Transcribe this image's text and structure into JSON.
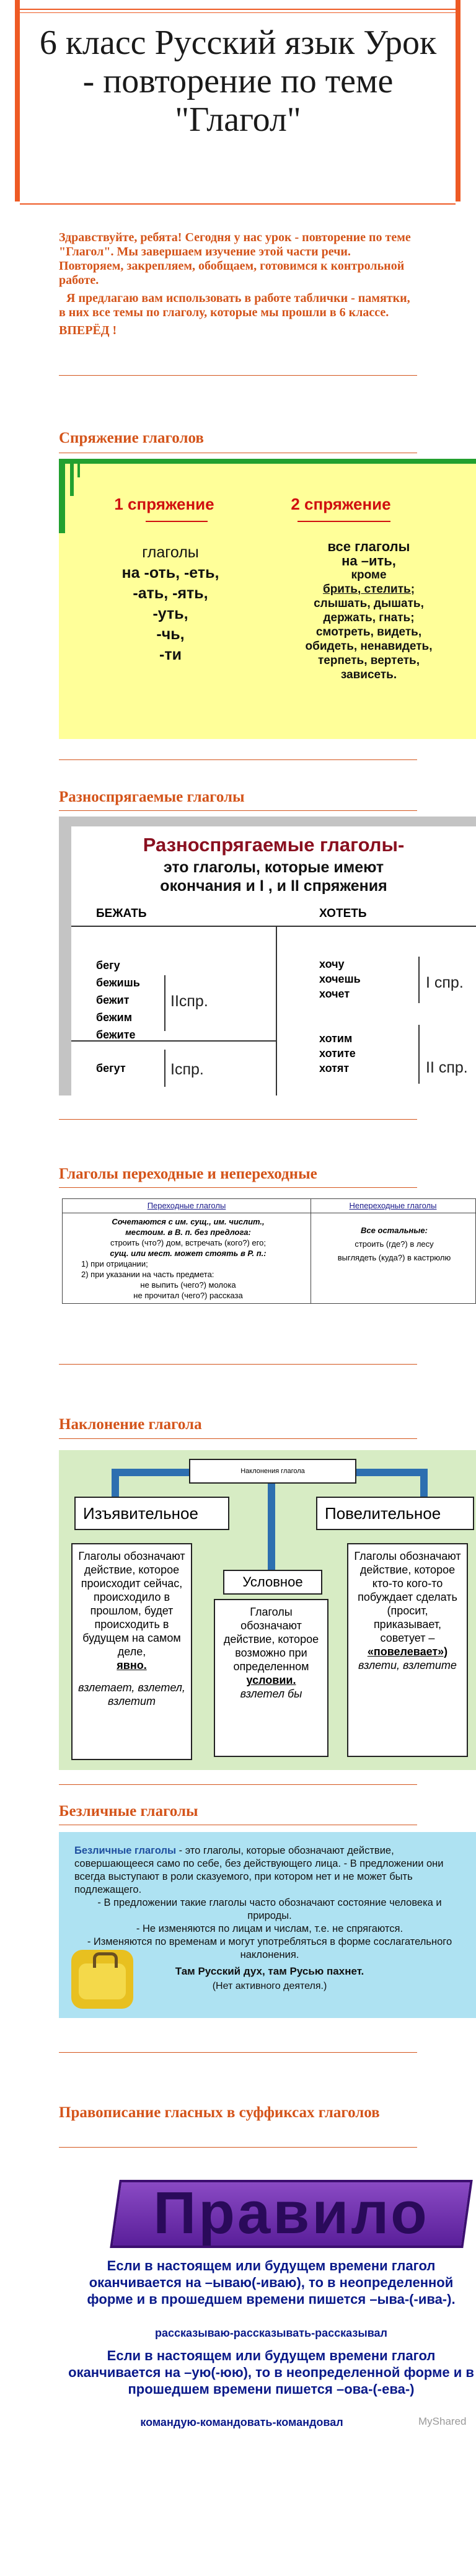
{
  "title": "6 класс Русский язык Урок - повторение по теме \"Глагол\"",
  "intro": {
    "p1": "Здравствуйте, ребята! Сегодня у нас урок - повторение по теме \"Глагол\". Мы завершаем изучение этой части речи. Повторяем, закрепляем, обобщаем, готовимся к контрольной работе.",
    "p2": "Я предлагаю вам использовать в работе таблички - памятки, в них все темы по глаголу, которые мы прошли в 6 классе.",
    "p3": "ВПЕРЁД !"
  },
  "sections": {
    "conjugation": "Спряжение глаголов",
    "irregular": "Разноспрягаемые глаголы",
    "transitive": "Глаголы переходные и непереходные",
    "mood": "Наклонение глагола",
    "impersonal": "Безличные глаголы",
    "spelling": "Правописание гласных в суффиксах глаголов"
  },
  "conjugation": {
    "head1": "1 спряжение",
    "head2": "2 спряжение",
    "c1": [
      "глаголы",
      "на -оть, -еть,",
      "-ать, -ять,",
      "-уть,",
      "-чь,",
      "-ти"
    ],
    "c2": [
      "все глаголы",
      "на –ить,",
      "кроме",
      "брить, стелить;",
      "слышать, дышать,",
      "держать, гнать;",
      "смотреть, видеть,",
      "обидеть, ненавидеть,",
      "терпеть, вертеть,",
      "зависеть."
    ]
  },
  "irregular": {
    "title": "Разноспрягаемые глаголы-",
    "sub1": "это глаголы, которые имеют",
    "sub2": "окончания  и I , и II  спряжения",
    "left_head": "БЕЖАТЬ",
    "right_head": "ХОТЕТЬ",
    "left_words": [
      "бегу",
      "бежишь",
      "бежит",
      "бежим",
      "бежите"
    ],
    "left_bottom": "бегут",
    "right_top": [
      "хочу",
      "хочешь",
      "хочет"
    ],
    "right_bottom": [
      "хотим",
      "хотите",
      "хотят"
    ],
    "mark_ii": "IIспр.",
    "mark_i": "Iспр.",
    "mark_i_r": "I спр.",
    "mark_ii_r": "II спр."
  },
  "transitive": {
    "head_left": "Переходные глаголы",
    "head_right": "Непереходные глаголы",
    "left_lines": [
      "Сочетаются с им. сущ., им. числит.,",
      "местоим. в В. п. без предлога:",
      "строить (что?) дом, встречать (кого?) его;",
      "сущ. или мест. может стоять в Р. п.:",
      "1) при отрицании;",
      "2) при указании на часть предмета:",
      "не выпить (чего?) молока",
      "не прочитал (чего?) рассказа"
    ],
    "right_lines": [
      "Все остальные:",
      "строить (где?) в лесу",
      "выглядеть (куда?) в кастрюлю"
    ]
  },
  "mood": {
    "top": "Наклонения глагола",
    "indicative": "Изъявительное",
    "imperative": "Повелительное",
    "conditional": "Условное",
    "ind_text": "Глаголы обозначают действие, которое происходит сейчас, происходило в прошлом, будет происходить в будущем на самом деле,",
    "ind_bold": "явно.",
    "ind_ex": "взлетает, взлетел, взлетит",
    "cond_text": "Глаголы обозначают действие, которое возможно при определенном",
    "cond_bold": "условии.",
    "cond_ex": "взлетел бы",
    "imp_text": "Глаголы обозначают действие, которое кто-то кого-то побуждает сделать (просит, приказывает, советует –",
    "imp_bold": "«повелевает»)",
    "imp_ex": "взлети, взлетите"
  },
  "impersonal": {
    "lead": "Безличные глаголы",
    "text1": " - это глаголы, которые обозначают действие, совершающееся само по себе, без действующего лица. - В предложении они всегда выступают в роли сказуемого, при котором нет и не может быть подлежащего.",
    "text2": "- В предложении такие глаголы часто обозначают состояние человека и природы.",
    "text3": "- Не изменяются по лицам и числам, т.е. не спрягаются.",
    "text4": "- Изменяются по временам и могут употребляться в форме сослагательного наклонения.",
    "example": "Там Русский дух, там Русью пахнет.",
    "example_note": "(Нет активного деятеля.)"
  },
  "rule": {
    "banner": "Правило",
    "r1": "Если в настоящем или будущем времени глагол оканчивается на –ываю(-иваю), то в неопределенной форме и в прошедшем времени пишется –ыва-(-ива-).",
    "r1_ex": "рассказываю-рассказывать-рассказывал",
    "r2": "Если в настоящем или будущем времени глагол оканчивается на –ую(-юю), то в неопределенной форме и в прошедшем времени пишется –ова-(-ева-)",
    "r2_ex": "командую-командовать-командовал",
    "watermark": "MyShared"
  },
  "colors": {
    "accent": "#d4541a",
    "green": "#22a02f",
    "blue": "#2d6fb0"
  }
}
